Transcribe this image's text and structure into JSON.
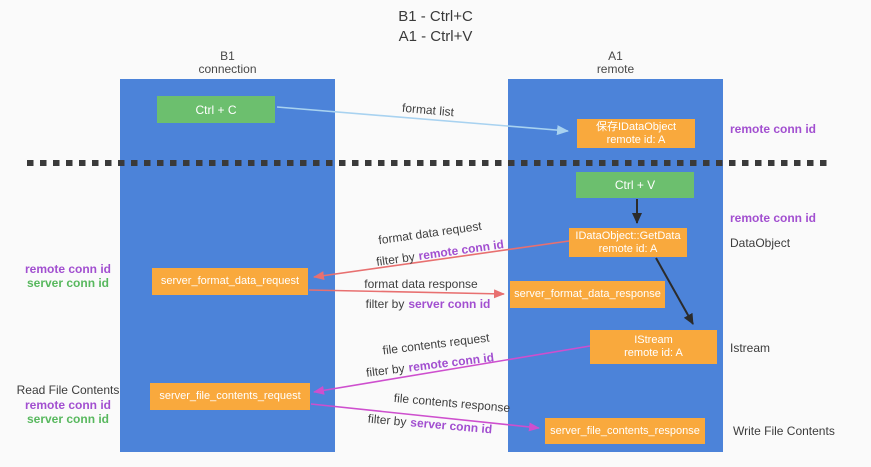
{
  "title": {
    "line1": "B1 - Ctrl+C",
    "line2": "A1 - Ctrl+V"
  },
  "lanes": {
    "left": {
      "name": "B1",
      "role": "connection"
    },
    "right": {
      "name": "A1",
      "role": "remote"
    }
  },
  "nodes": {
    "ctrl_c": {
      "label": "Ctrl + C"
    },
    "ctrl_v": {
      "label": "Ctrl + V"
    },
    "save_idataobject": {
      "line1": "保存IDataObject",
      "line2": "remote id: A"
    },
    "getdata": {
      "line1": "IDataObject::GetData",
      "line2": "remote id: A"
    },
    "istream": {
      "line1": "IStream",
      "line2": "remote id: A"
    },
    "format_request": {
      "label": "server_format_data_request"
    },
    "format_response": {
      "label": "server_format_data_response"
    },
    "file_request": {
      "label": "server_file_contents_request"
    },
    "file_response": {
      "label": "server_file_contents_response"
    }
  },
  "edges": {
    "format_list": {
      "label": "format list"
    },
    "format_data_request": {
      "label": "format data request",
      "filter_prefix": "filter by",
      "filter_key": "remote conn id"
    },
    "format_data_response": {
      "label": "format data response",
      "filter_prefix": "filter by",
      "filter_key": "server conn id"
    },
    "file_contents_request": {
      "label": "file contents request",
      "filter_prefix": "filter by",
      "filter_key": "remote conn id"
    },
    "file_contents_response": {
      "label": "file contents response",
      "filter_prefix": "filter by",
      "filter_key": "server conn id"
    }
  },
  "annotations": {
    "right_remote_conn_top": "remote conn id",
    "right_remote_conn_mid": "remote conn id",
    "dataobject": "DataObject",
    "istream": "Istream",
    "write_file_contents": "Write File Contents",
    "left_remote_conn_top": "remote conn id",
    "left_server_conn_top": "server conn id",
    "read_file_contents": "Read File Contents",
    "left_remote_conn_bottom": "remote conn id",
    "left_server_conn_bottom": "server conn id"
  },
  "colors": {
    "lane_blue": "#4c83d9",
    "node_orange": "#f9a93d",
    "node_green": "#6cbf6e",
    "arrow_light_blue": "#a8d2f0",
    "arrow_red": "#e87070",
    "arrow_magenta": "#ce4fce",
    "arrow_black": "#2b2b2b",
    "text_purple": "#a24fd0",
    "text_green": "#58b85e",
    "text_dark": "#3c3c3c"
  }
}
